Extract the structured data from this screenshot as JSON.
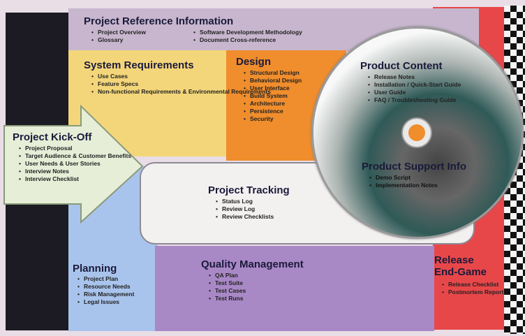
{
  "sections": {
    "reference": {
      "title": "Project Reference Information",
      "items_col1": [
        "Project Overview",
        "Glossary"
      ],
      "items_col2": [
        "Software Development Methodology",
        "Document Cross-reference"
      ]
    },
    "system_requirements": {
      "title": "System Requirements",
      "items": [
        "Use Cases",
        "Feature Specs",
        "Non-functional Requirements & Environmental Requirements"
      ]
    },
    "design": {
      "title": "Design",
      "items": [
        "Structural Design",
        "Behavioral Design",
        "User Interface",
        "Build System",
        "Architecture",
        "Persistence",
        "Security"
      ]
    },
    "product_content": {
      "title": "Product Content",
      "items": [
        "Release Notes",
        "Installation / Quick-Start Guide",
        "User Guide",
        "FAQ / Troubleshooting Guide"
      ]
    },
    "product_support": {
      "title": "Product Support Info",
      "items": [
        "Demo Script",
        "Implementation Notes"
      ]
    },
    "kickoff": {
      "title": "Project Kick-Off",
      "items": [
        "Project Proposal",
        "Target Audience & Customer Benefits",
        "User Needs & User Stories",
        "Interview Notes",
        "Interview Checklist"
      ]
    },
    "tracking": {
      "title": "Project Tracking",
      "items": [
        "Status Log",
        "Review Log",
        "Review Checklists"
      ]
    },
    "planning": {
      "title": "Planning",
      "items": [
        "Project Plan",
        "Resource Needs",
        "Risk Management",
        "Legal Issues"
      ]
    },
    "quality": {
      "title": "Quality Management",
      "items": [
        "QA Plan",
        "Test Suite",
        "Test Cases",
        "Test Runs"
      ]
    },
    "endgame": {
      "title": "Release End-Game",
      "items": [
        "Release Checklist",
        "Postmortem Report"
      ]
    }
  },
  "colors": {
    "reference": "#c7b6ce",
    "system_requirements": "#f4d67a",
    "design": "#f08d2c",
    "planning": "#a9c4ec",
    "quality": "#a988c6",
    "endgame": "#e8474a",
    "kickoff": "#e6eed7"
  }
}
